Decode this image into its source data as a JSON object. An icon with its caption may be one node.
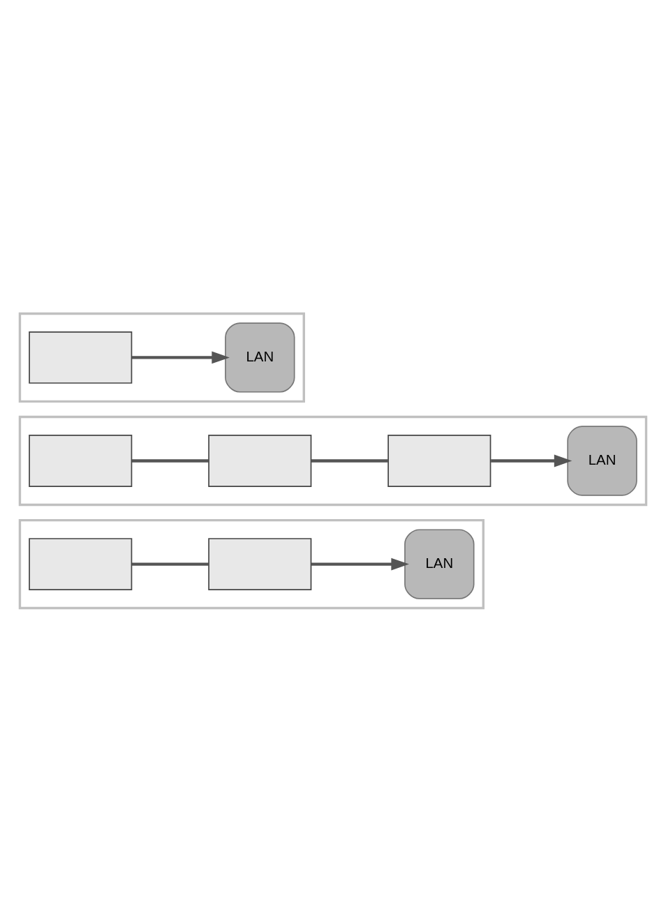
{
  "diagram": {
    "nodes": [
      {
        "text": [],
        "shape": "box"
      },
      {
        "text": [],
        "shape": "box",
        "in": 0
      },
      {
        "text": [],
        "shape": "box",
        "in": 0
      },
      {
        "text": [
          "LAN"
        ],
        "in": 0
      },
      {
        "text": [],
        "shape": "box"
      },
      {
        "text": [],
        "shape": "box",
        "in": 4
      },
      {
        "text": [],
        "shape": "box",
        "in": 4
      },
      {
        "text": [],
        "shape": "box",
        "in": 4
      },
      {
        "text": [
          "LAN"
        ],
        "in": 4
      },
      {
        "text": [],
        "shape": "box"
      },
      {
        "text": [],
        "shape": "box",
        "in": 9
      },
      {
        "text": [
          "LAN"
        ],
        "in": 9
      }
    ],
    "edges": [
      {
        "from": 1,
        "to": 2,
        "arrow": "none"
      },
      {
        "from": 2,
        "to": 3,
        "arrow": "to"
      },
      {
        "from": 5,
        "to": 6,
        "arrow": "none"
      },
      {
        "from": 6,
        "to": 7,
        "arrow": "none"
      },
      {
        "from": 7,
        "to": 8,
        "arrow": "to"
      },
      {
        "from": 10,
        "to": 11,
        "arrow": "to"
      }
    ]
  }
}
